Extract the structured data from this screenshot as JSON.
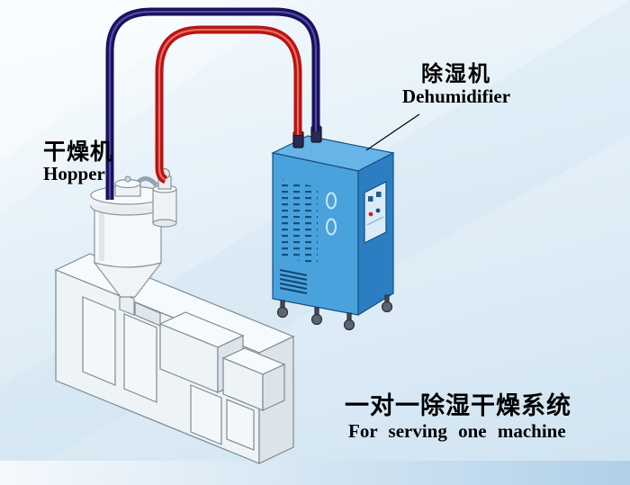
{
  "labels": {
    "hopper_cn": "干燥机",
    "hopper_en": "Hopper",
    "dehumidifier_cn": "除湿机",
    "dehumidifier_en": "Dehumidifier",
    "caption_cn": "一对一除湿干燥系统",
    "caption_en": "For serving one machine"
  },
  "colors": {
    "pipe_red": "#b81414",
    "pipe_navy": "#1a1158",
    "dehumidifier_front": "#4aa2dd",
    "dehumidifier_side": "#2c7ec2",
    "dehumidifier_top": "#66b4e8",
    "machine_front": "#eef3f6",
    "machine_top": "#f7fafc",
    "machine_side": "#dce4ea"
  }
}
